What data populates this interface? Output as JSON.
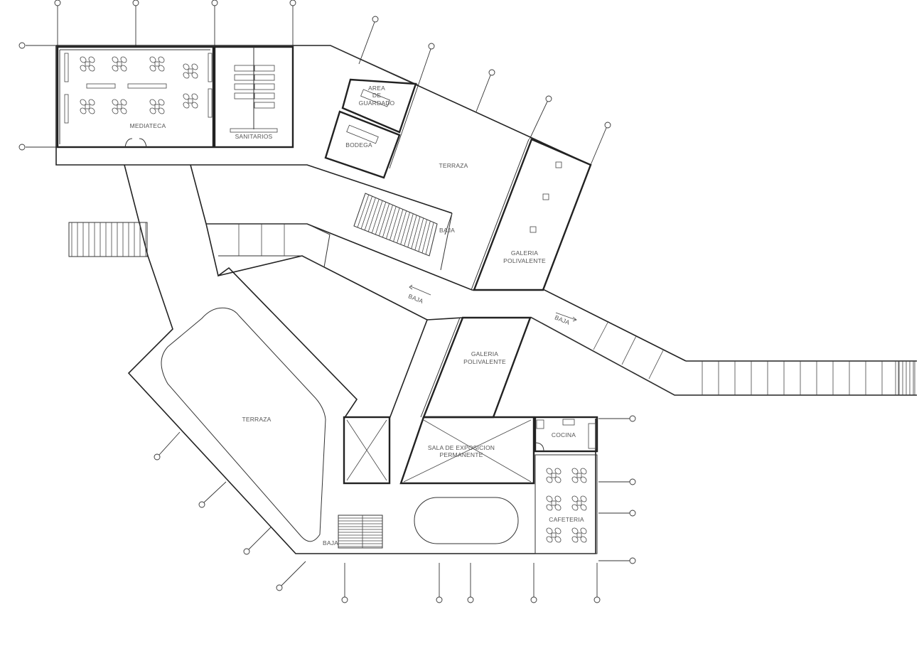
{
  "plan": {
    "rooms": {
      "mediateca": "MEDIATECA",
      "sanitarios": "SANITARIOS",
      "area_guardado_1": "AREA",
      "area_guardado_2": "DE",
      "area_guardado_3": "GUARDADO",
      "bodega": "BODEGA",
      "terraza_norte": "TERRAZA",
      "galeria_1a": "GALERIA",
      "galeria_1b": "POLIVALENTE",
      "galeria_2a": "GALERIA",
      "galeria_2b": "POLIVALENTE",
      "terraza_sur": "TERRAZA",
      "sala_a": "SALA DE EXPOSICION",
      "sala_b": "PERMANENTE",
      "cocina": "COCINA",
      "cafeteria": "CAFETERIA"
    },
    "stairs": {
      "baja_1": "BAJA",
      "baja_2": "BAJA",
      "baja_3": "BAJA",
      "baja_4": "BAJA"
    }
  }
}
